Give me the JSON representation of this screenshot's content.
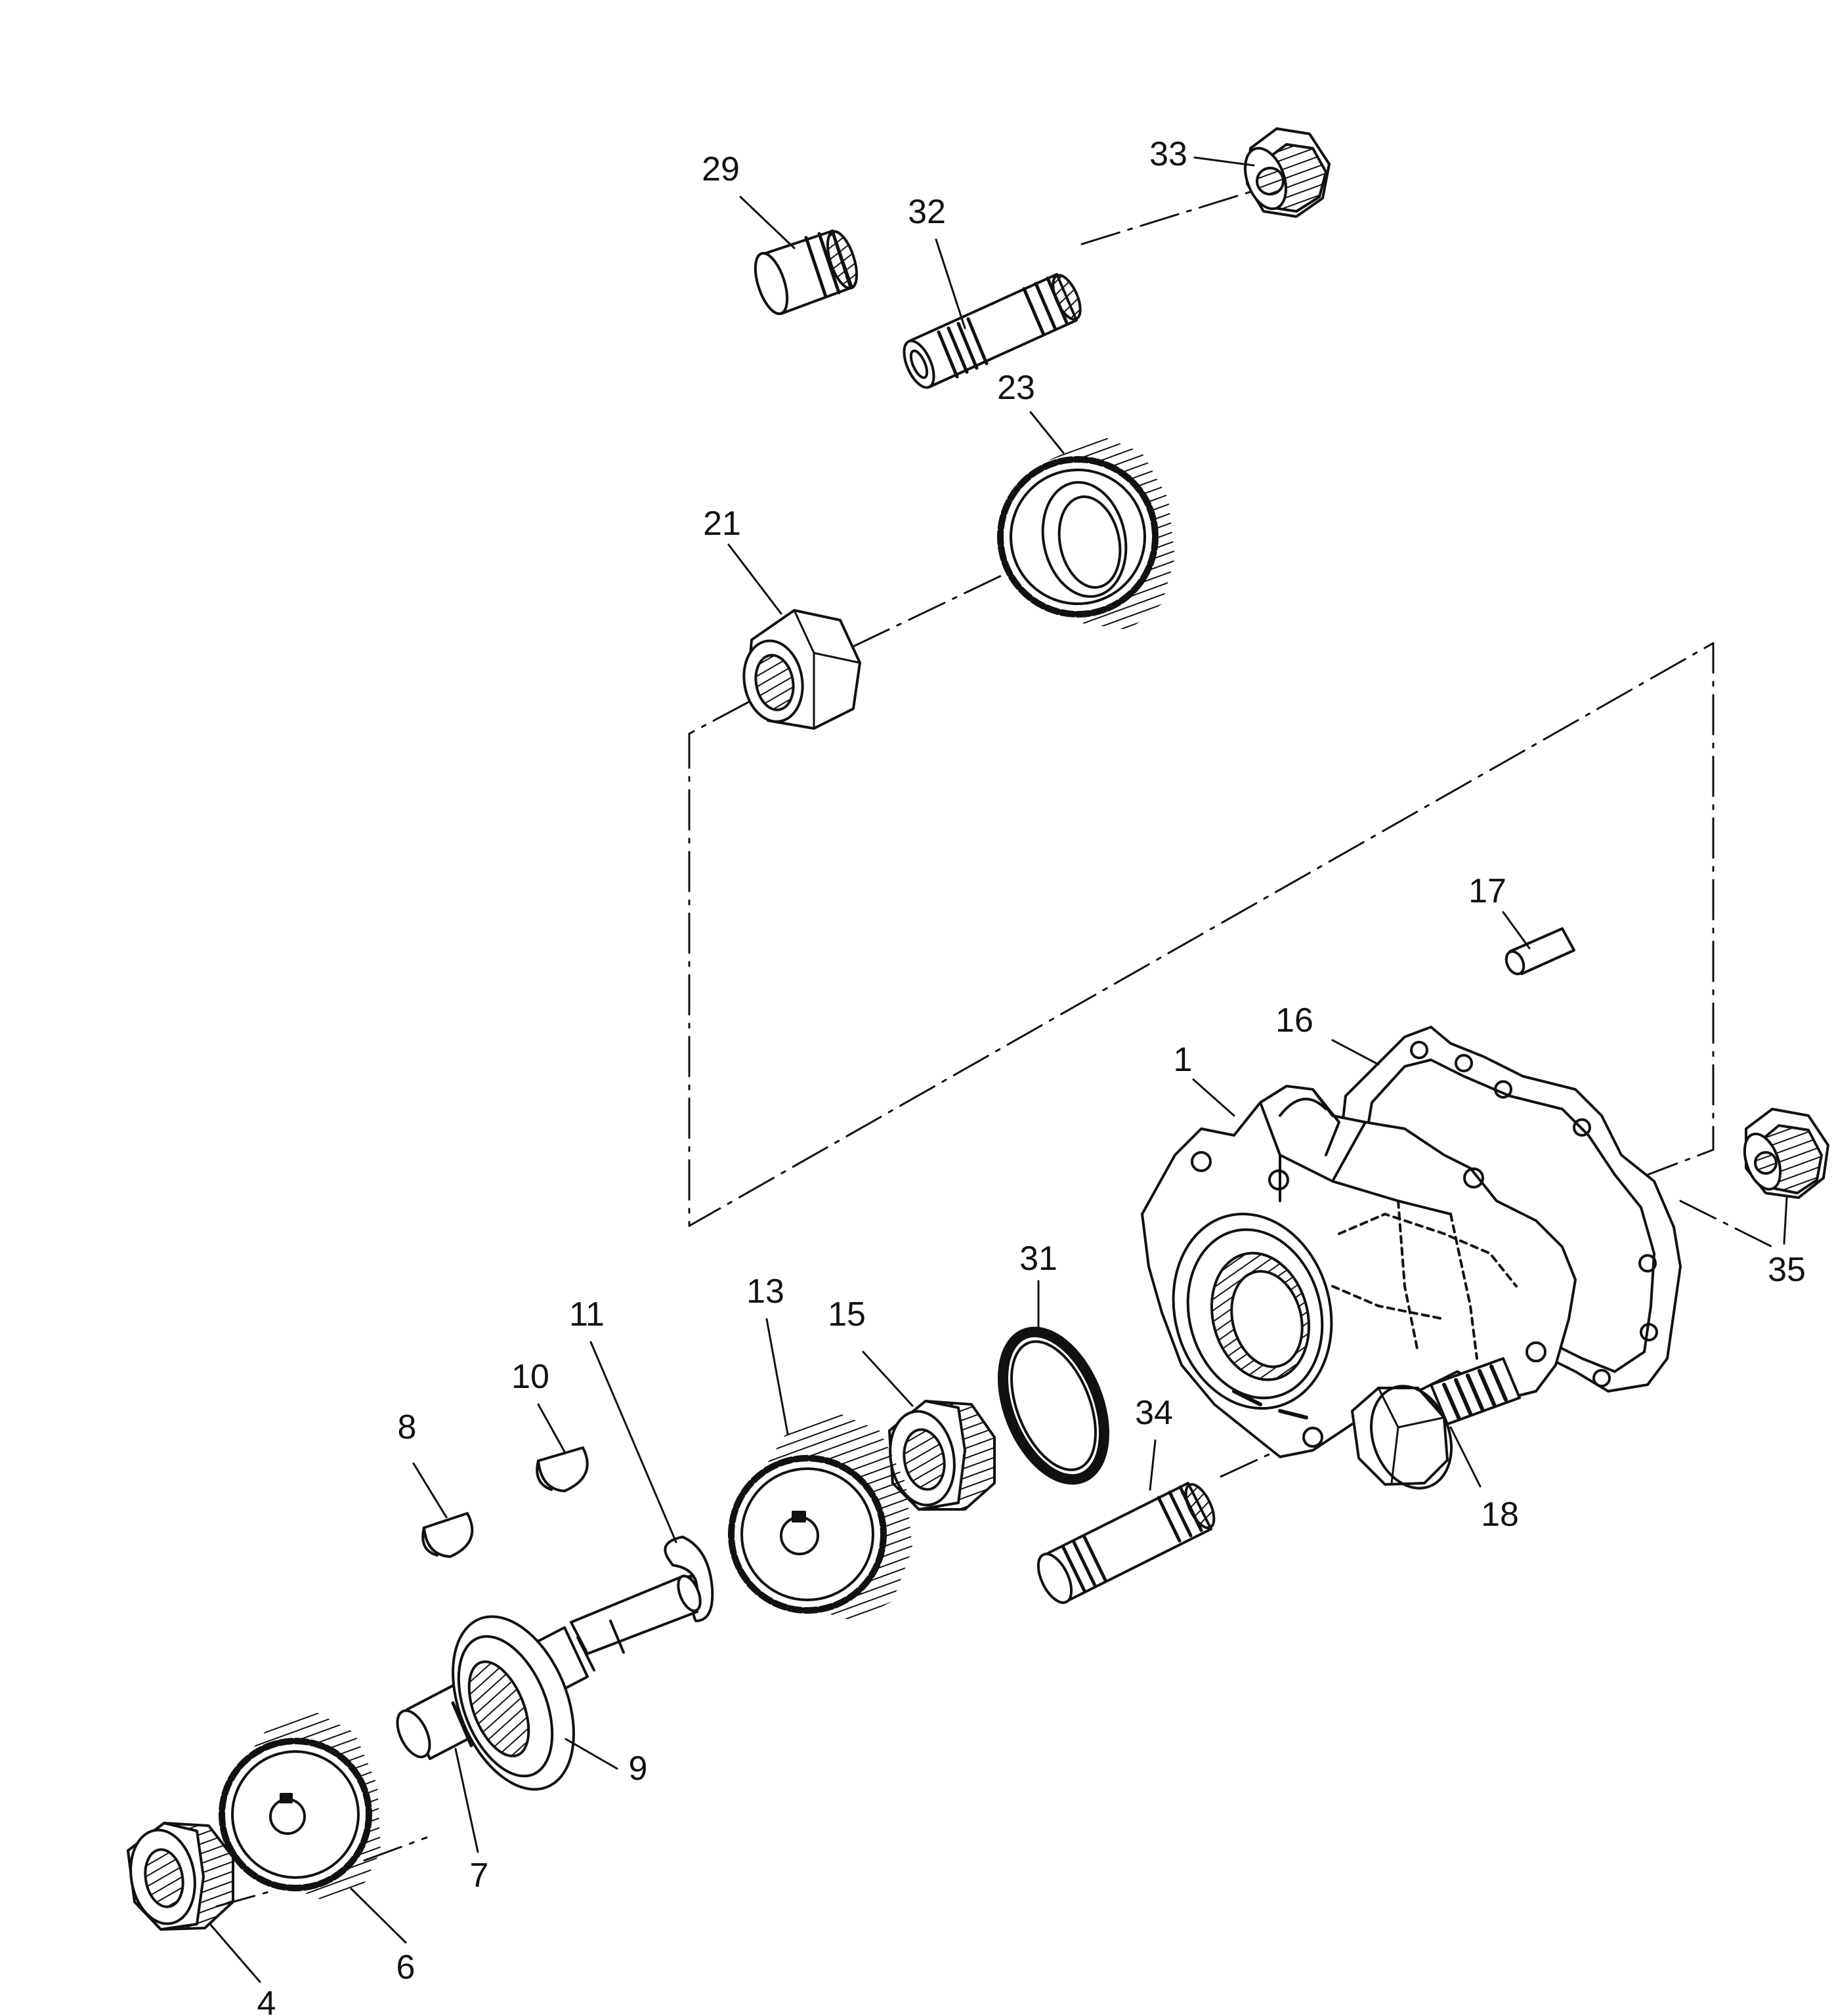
{
  "diagram": {
    "colors": {
      "ink": "#111111",
      "paper": "#ffffff"
    },
    "callouts": [
      {
        "id": "29",
        "text": "29"
      },
      {
        "id": "32",
        "text": "32"
      },
      {
        "id": "33",
        "text": "33"
      },
      {
        "id": "23",
        "text": "23"
      },
      {
        "id": "21",
        "text": "21"
      },
      {
        "id": "17",
        "text": "17"
      },
      {
        "id": "16",
        "text": "16"
      },
      {
        "id": "1",
        "text": "1"
      },
      {
        "id": "35",
        "text": "35"
      },
      {
        "id": "31",
        "text": "31"
      },
      {
        "id": "13",
        "text": "13"
      },
      {
        "id": "15",
        "text": "15"
      },
      {
        "id": "11",
        "text": "11"
      },
      {
        "id": "10",
        "text": "10"
      },
      {
        "id": "8",
        "text": "8"
      },
      {
        "id": "34",
        "text": "34"
      },
      {
        "id": "18",
        "text": "18"
      },
      {
        "id": "9",
        "text": "9"
      },
      {
        "id": "7",
        "text": "7"
      },
      {
        "id": "6",
        "text": "6"
      },
      {
        "id": "4",
        "text": "4"
      }
    ]
  }
}
